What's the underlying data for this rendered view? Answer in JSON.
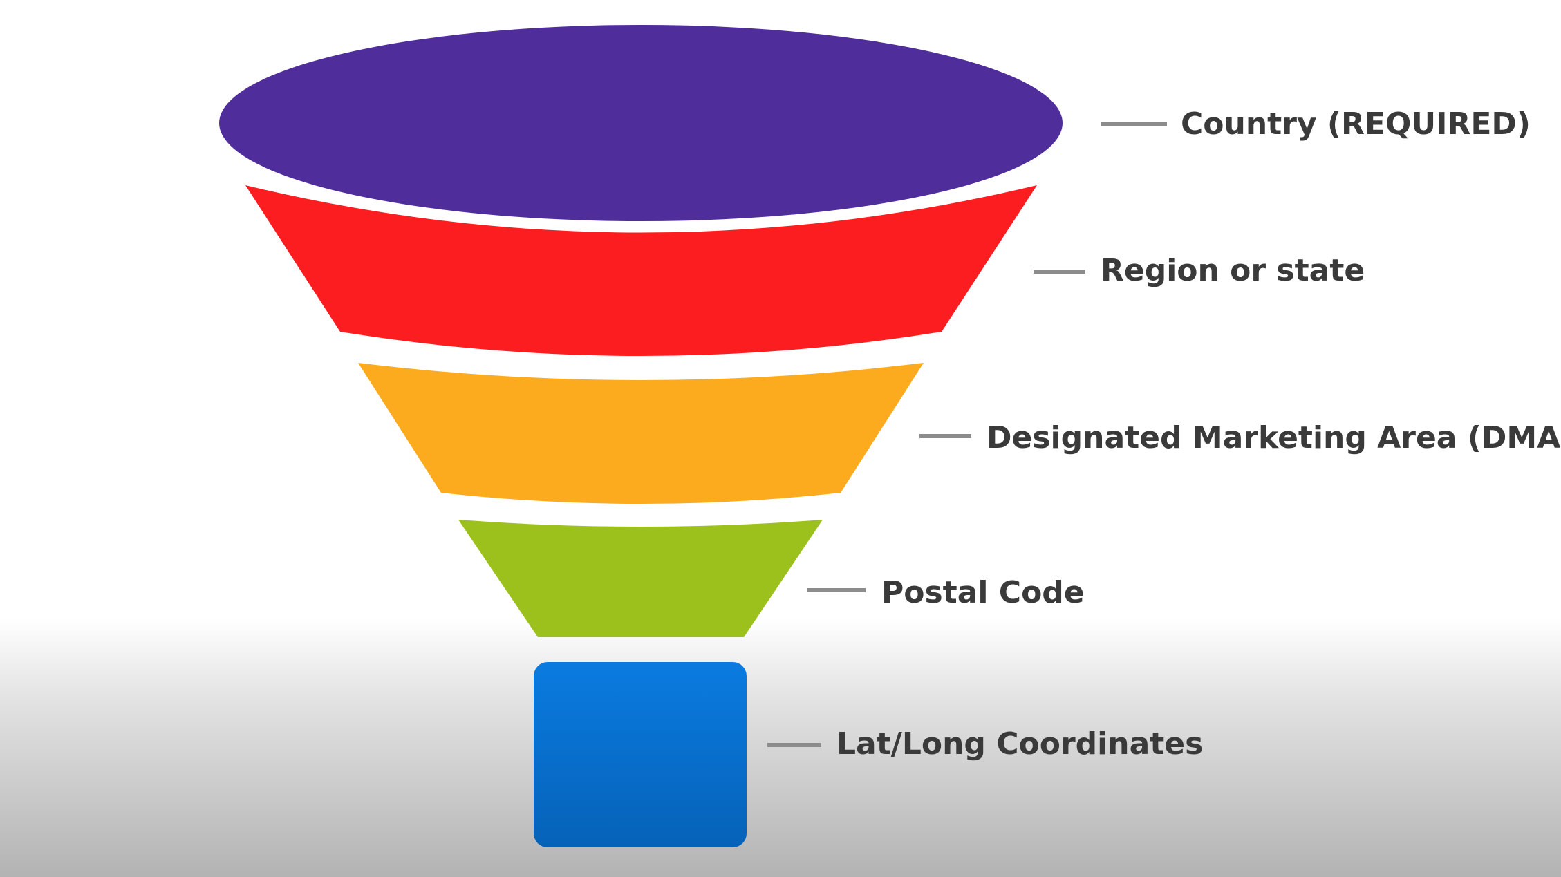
{
  "stages": [
    {
      "label": "Country (REQUIRED)",
      "color": "#4f2d9b"
    },
    {
      "label": "Region or state",
      "color": "#fc1d20"
    },
    {
      "label": "Designated Marketing Area (DMA)",
      "color": "#fcab1f"
    },
    {
      "label": "Postal Code",
      "color": "#9dc11c"
    },
    {
      "label": "Lat/Long Coordinates",
      "color": "#0a76d6"
    }
  ],
  "label_color": "#3a3a3a",
  "leader_color": "#8c8c8c"
}
